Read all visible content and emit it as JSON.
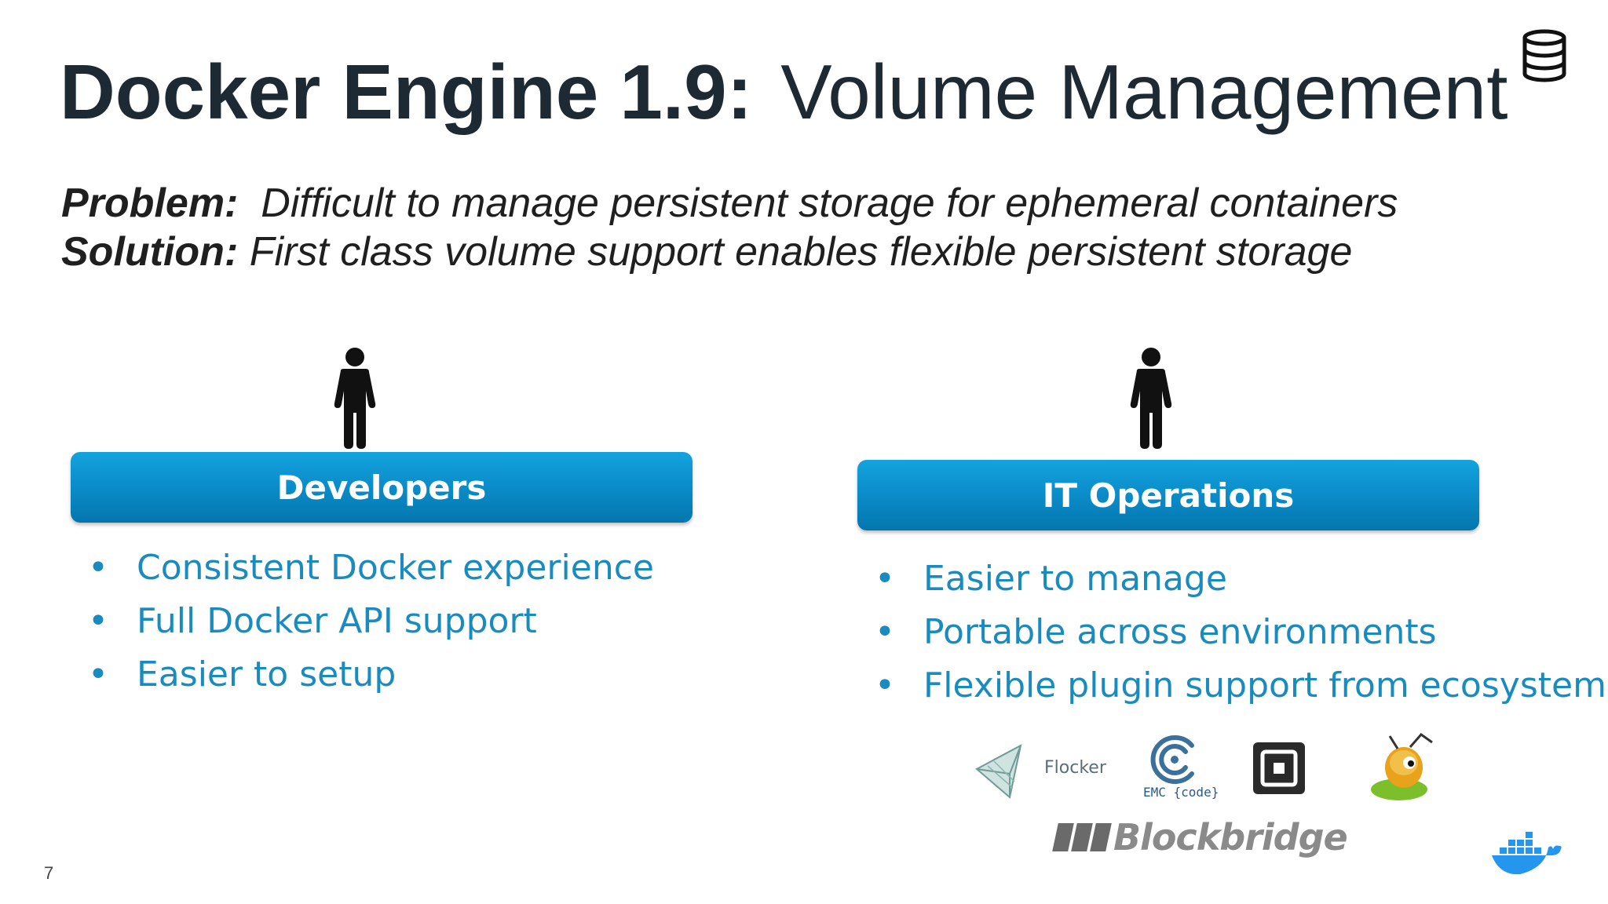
{
  "slide": {
    "title_bold": "Docker Engine 1.9:",
    "title_light": "Volume Management",
    "problem_label": "Problem:",
    "problem_text": "Difficult to manage persistent storage for ephemeral containers",
    "solution_label": "Solution:",
    "solution_text": "First class volume support enables flexible persistent storage",
    "page_number": "7"
  },
  "developers": {
    "header": "Developers",
    "bullets": [
      "Consistent Docker experience",
      "Full Docker API support",
      "Easier to setup"
    ]
  },
  "it_operations": {
    "header": "IT Operations",
    "bullets": [
      "Easier to manage",
      "Portable across environments",
      "Flexible plugin support from ecosystem"
    ]
  },
  "logos": {
    "flocker": "Flocker",
    "emc": "EMC {code}",
    "blockbridge": "Blockbridge"
  },
  "icons": {
    "top_right": "database-icon",
    "persons": "person-icon",
    "bottom_right": "docker-whale-icon"
  },
  "colors": {
    "header_gradient_top": "#14a3dd",
    "header_gradient_bottom": "#0476ad",
    "bullet_text": "#1a8bbf",
    "title_text": "#1d2a33"
  }
}
